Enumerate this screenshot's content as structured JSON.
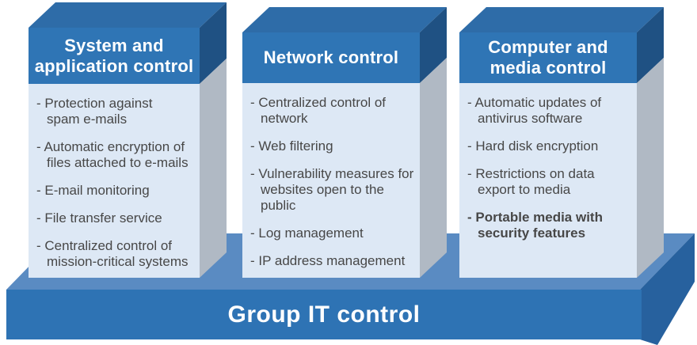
{
  "colors": {
    "pillar_header_front": "#2f75b5",
    "pillar_top_face": "#2e6ca8",
    "pillar_side_header": "#1f5183",
    "pillar_side_body": "#b0b9c4",
    "pillar_body_front": "#dde8f5",
    "base_front": "#2e73b4",
    "base_top_face": "#5a8bc2",
    "base_side_face": "#27619e",
    "header_text": "#ffffff",
    "body_text": "#474747"
  },
  "pillars": [
    {
      "title": "System and\napplication control",
      "items": [
        "- Protection against\nspam e-mails",
        "- Automatic encryption of\nfiles attached to e-mails",
        "- E-mail monitoring",
        "- File transfer service",
        "- Centralized control of\nmission-critical systems"
      ]
    },
    {
      "title": "Network control",
      "items": [
        "- Centralized control of\nnetwork",
        "- Web filtering",
        "- Vulnerability measures for\nwebsites open to the public",
        "- Log management",
        "- IP address management"
      ]
    },
    {
      "title": "Computer and\nmedia control",
      "items": [
        "- Automatic updates of\nantivirus software",
        "- Hard disk encryption",
        "- Restrictions on data\nexport to media",
        "- Portable media with\nsecurity features"
      ]
    }
  ],
  "base": {
    "label": "Group IT control"
  }
}
